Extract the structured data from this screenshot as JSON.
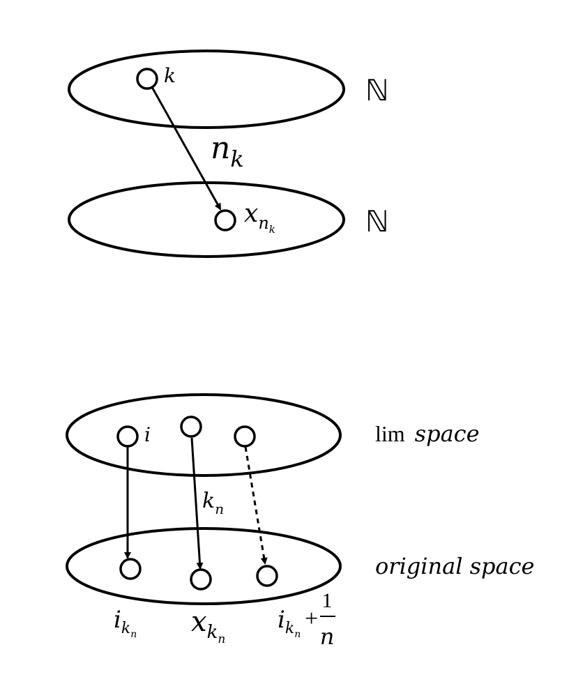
{
  "top_diagram": {
    "upper_set_label": "ℕ",
    "lower_set_label": "ℕ",
    "upper_node_label": "k",
    "arrow_label": {
      "base": "n",
      "sub": "k"
    },
    "lower_node_label": {
      "base": "x",
      "sub": "n",
      "subsub": "k"
    }
  },
  "bottom_diagram": {
    "upper_set_label": {
      "roman": "lim",
      "italic": "space"
    },
    "lower_set_label": "original space",
    "upper_node_label": "i",
    "arrow_label": {
      "base": "k",
      "sub": "n"
    },
    "bottom_labels": {
      "left": {
        "base": "i",
        "sub": "k",
        "subsub": "n"
      },
      "middle": {
        "base": "x",
        "sub": "k",
        "subsub": "n"
      },
      "right": {
        "base": "i",
        "sub": "k",
        "subsub": "n",
        "plus": "+",
        "numerator": "1",
        "denominator": "n"
      }
    }
  }
}
